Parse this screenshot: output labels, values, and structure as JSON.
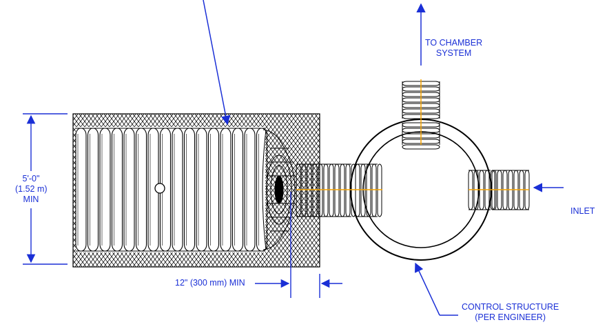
{
  "labels": {
    "to_chamber": [
      "TO CHAMBER",
      "SYSTEM"
    ],
    "height_dim": [
      "5'-0\"",
      "(1.52 m)",
      "MIN"
    ],
    "inlet": "INLET",
    "offset_dim": "12\" (300 mm) MIN",
    "control_structure": [
      "CONTROL STRUCTURE",
      "(PER ENGINEER)"
    ]
  },
  "colors": {
    "annotation": "#1a2fd6",
    "linework": "#000000",
    "centerline": "#f5a300",
    "background": "#ffffff"
  }
}
